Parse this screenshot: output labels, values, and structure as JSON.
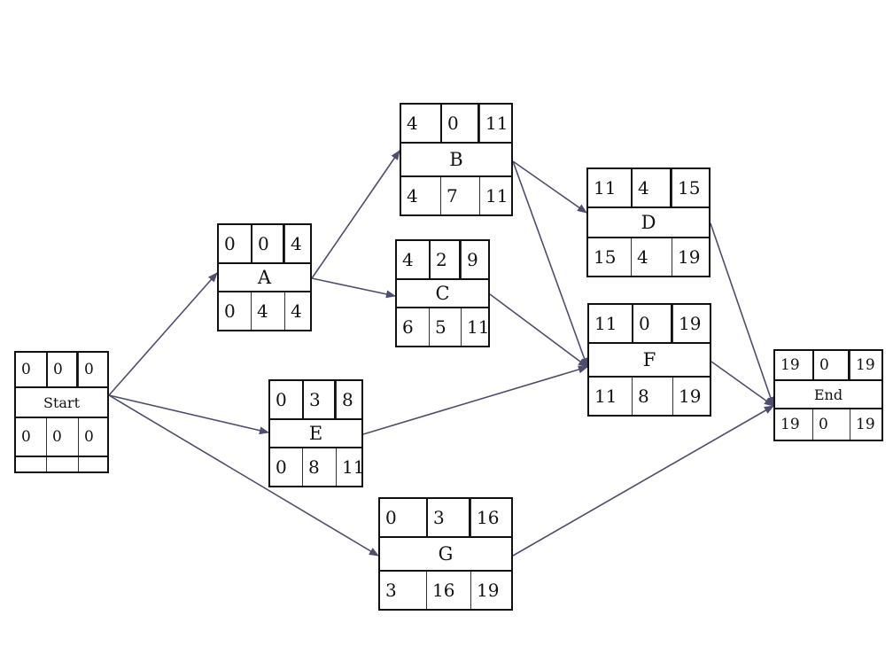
{
  "colors": {
    "edge": "#4d4d6e",
    "box": "#111111"
  },
  "nodes": [
    {
      "id": "start",
      "name": "Start",
      "top": [
        "0",
        "0",
        "0"
      ],
      "bottom": [
        "0",
        "0",
        "0"
      ],
      "footer": true
    },
    {
      "id": "a",
      "name": "A",
      "top": [
        "0",
        "0",
        "4"
      ],
      "bottom": [
        "0",
        "4",
        "4"
      ]
    },
    {
      "id": "b",
      "name": "B",
      "top": [
        "4",
        "0",
        "11"
      ],
      "bottom": [
        "4",
        "7",
        "11"
      ]
    },
    {
      "id": "c",
      "name": "C",
      "top": [
        "4",
        "2",
        "9"
      ],
      "bottom": [
        "6",
        "5",
        "11"
      ]
    },
    {
      "id": "d",
      "name": "D",
      "top": [
        "11",
        "4",
        "15"
      ],
      "bottom": [
        "15",
        "4",
        "19"
      ]
    },
    {
      "id": "e",
      "name": "E",
      "top": [
        "0",
        "3",
        "8"
      ],
      "bottom": [
        "0",
        "8",
        "11"
      ]
    },
    {
      "id": "f",
      "name": "F",
      "top": [
        "11",
        "0",
        "19"
      ],
      "bottom": [
        "11",
        "8",
        "19"
      ]
    },
    {
      "id": "g",
      "name": "G",
      "top": [
        "0",
        "3",
        "16"
      ],
      "bottom": [
        "3",
        "16",
        "19"
      ]
    },
    {
      "id": "end",
      "name": "End",
      "top": [
        "19",
        "0",
        "19"
      ],
      "bottom": [
        "19",
        "0",
        "19"
      ]
    }
  ],
  "edges": [
    [
      "start",
      "a"
    ],
    [
      "start",
      "e"
    ],
    [
      "start",
      "g"
    ],
    [
      "a",
      "b"
    ],
    [
      "a",
      "c"
    ],
    [
      "b",
      "d"
    ],
    [
      "b",
      "f"
    ],
    [
      "c",
      "f"
    ],
    [
      "e",
      "f"
    ],
    [
      "d",
      "end"
    ],
    [
      "f",
      "end"
    ],
    [
      "g",
      "end"
    ]
  ]
}
